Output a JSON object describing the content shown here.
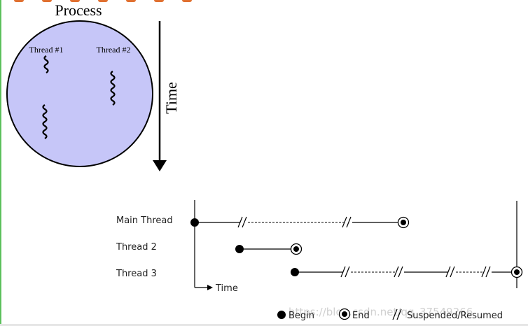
{
  "process_diagram": {
    "title": "Process",
    "thread1_label": "Thread #1",
    "thread2_label": "Thread #2",
    "time_label": "Time",
    "circle_fill": "#c6c6f8"
  },
  "timeline": {
    "rows": [
      {
        "label": "Main Thread"
      },
      {
        "label": "Thread 2"
      },
      {
        "label": "Thread 3"
      }
    ],
    "time_label": "Time"
  },
  "legend": {
    "begin": "Begin",
    "end": "End",
    "suspended": "Suspended/Resumed"
  },
  "watermark": "https://blog.csdn.net/qq_37549266"
}
